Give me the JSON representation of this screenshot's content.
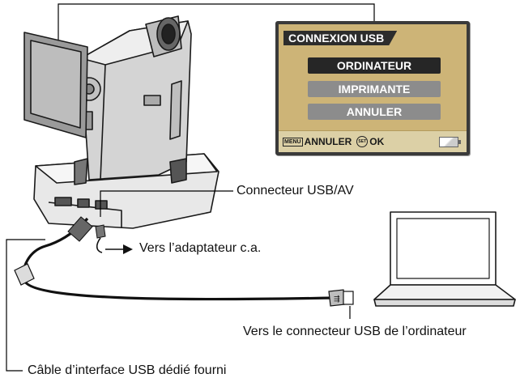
{
  "menu": {
    "title": "CONNEXION USB",
    "items": [
      "ORDINATEUR",
      "IMPRIMANTE",
      "ANNULER"
    ],
    "selected_index": 0,
    "footer": {
      "menu_key": "MENU",
      "cancel_label": "ANNULER",
      "set_key": "SET",
      "ok_label": "OK"
    }
  },
  "labels": {
    "usb_av_connector": "Connecteur USB/AV",
    "ac_adapter": "Vers l’adaptateur c.a.",
    "computer_usb": "Vers le connecteur USB de l’ordinateur",
    "cable": "Câble d’interface USB dédié fourni"
  },
  "colors": {
    "screen_bg": "#cdb477",
    "title_bar": "#2c2c2c",
    "selected_item": "#262626",
    "unselected_item": "#8c8c8c"
  }
}
